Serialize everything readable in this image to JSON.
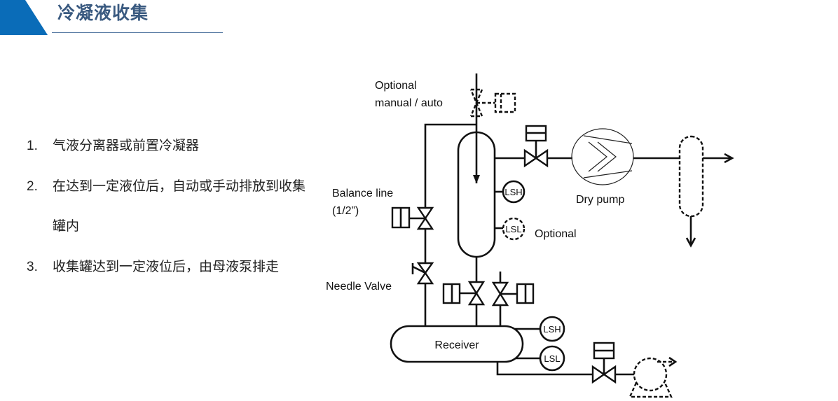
{
  "header": {
    "title": "冷凝液收集",
    "accent_color": "#0a6cb8",
    "title_color": "#3a5a80"
  },
  "steps": [
    {
      "num": "1.",
      "text": "气液分离器或前置冷凝器"
    },
    {
      "num": "2.",
      "text": "在达到一定液位后，自动或手动排放到收集罐内"
    },
    {
      "num": "3.",
      "text": "收集罐达到一定液位后，由母液泵排走"
    }
  ],
  "diagram": {
    "labels": {
      "optional_valve_line1": "Optional",
      "optional_valve_line2": "manual / auto",
      "balance_line_line1": "Balance line",
      "balance_line_line2": "(1/2”)",
      "needle_valve": "Needle Valve",
      "dry_pump": "Dry pump",
      "optional_lsl": "Optional",
      "receiver": "Receiver"
    },
    "instruments": {
      "separator_lsh": "LSH",
      "separator_lsl": "LSL",
      "receiver_lsh": "LSH",
      "receiver_lsl": "LSL"
    },
    "icons": [
      "gate-valve-icon",
      "actuated-valve-icon",
      "needle-valve-icon",
      "dry-pump-icon",
      "liquid-pump-icon",
      "level-switch-icon",
      "separator-vessel-icon",
      "receiver-vessel-icon",
      "flow-arrow-icon"
    ]
  }
}
